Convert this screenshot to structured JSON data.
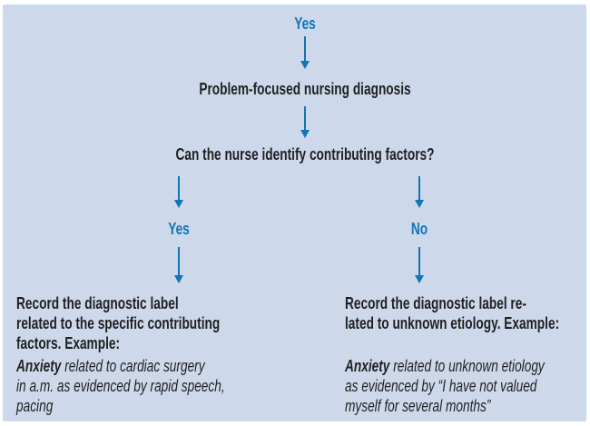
{
  "palette": {
    "page_bg": "#ffffff",
    "panel_bg": "#cdd9ea",
    "accent_blue": "#1374b5",
    "text_color": "#1f2023"
  },
  "flowchart": {
    "entry_label": "Yes",
    "diagnosis_node": "Problem-focused nursing diagnosis",
    "question_node": "Can the nurse identify contributing factors?",
    "branches": [
      {
        "answer": "Yes",
        "instruction_lines": [
          "Record the diagnostic label",
          "related to the specific contributing",
          "factors. Example:"
        ],
        "example_term": "Anxiety",
        "example_lines": [
          " related to cardiac surgery",
          "in a.m. as evidenced by rapid speech,",
          "pacing"
        ]
      },
      {
        "answer": "No",
        "instruction_lines": [
          "Record the diagnostic label re-",
          "lated to unknown etiology. Example:"
        ],
        "example_term": "Anxiety",
        "example_lines": [
          " related to unknown etiology",
          "as evidenced by “I have not valued",
          "myself for several months”"
        ]
      }
    ]
  }
}
